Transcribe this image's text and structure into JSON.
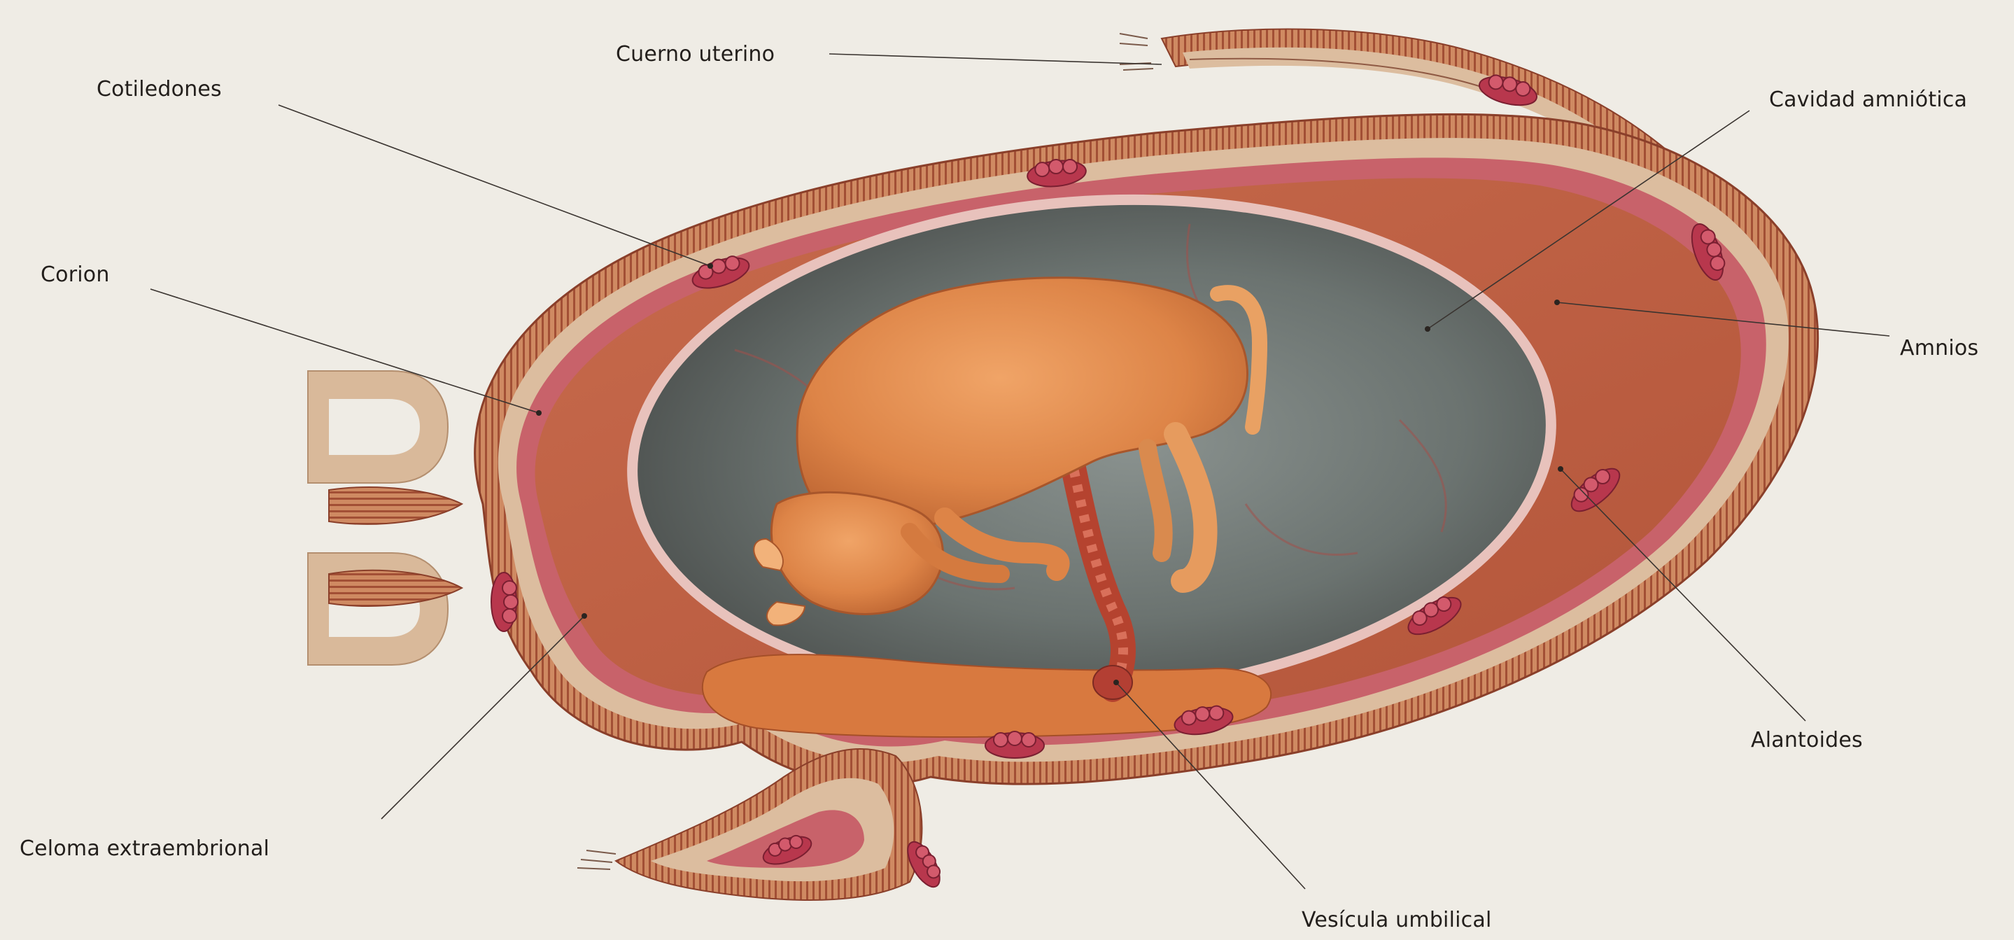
{
  "labels": {
    "cuerno_uterino": "Cuerno uterino",
    "cotiledones": "Cotiledones",
    "cavidad_amniotica": "Cavidad amniótica",
    "corion": "Corion",
    "amnios": "Amnios",
    "alantoides": "Alantoides",
    "celoma_extraembrional": "Celoma extraembrional",
    "vesicula_umbilical": "Vesícula umbilical"
  },
  "colors": {
    "background": "#efece5",
    "uterine_wall": "#c9825d",
    "uterine_wall_stripes": "#a24f35",
    "endometrium_tan": "#d9b99a",
    "chorion_pink": "#c8626a",
    "allantois": "#c3623f",
    "amniotic_cavity": "#6d7472",
    "amnion_membrane": "#e8c2bc",
    "fetus": "#e08a4c",
    "cotyledon": "#b8374d",
    "leader_line": "#3a3430"
  }
}
